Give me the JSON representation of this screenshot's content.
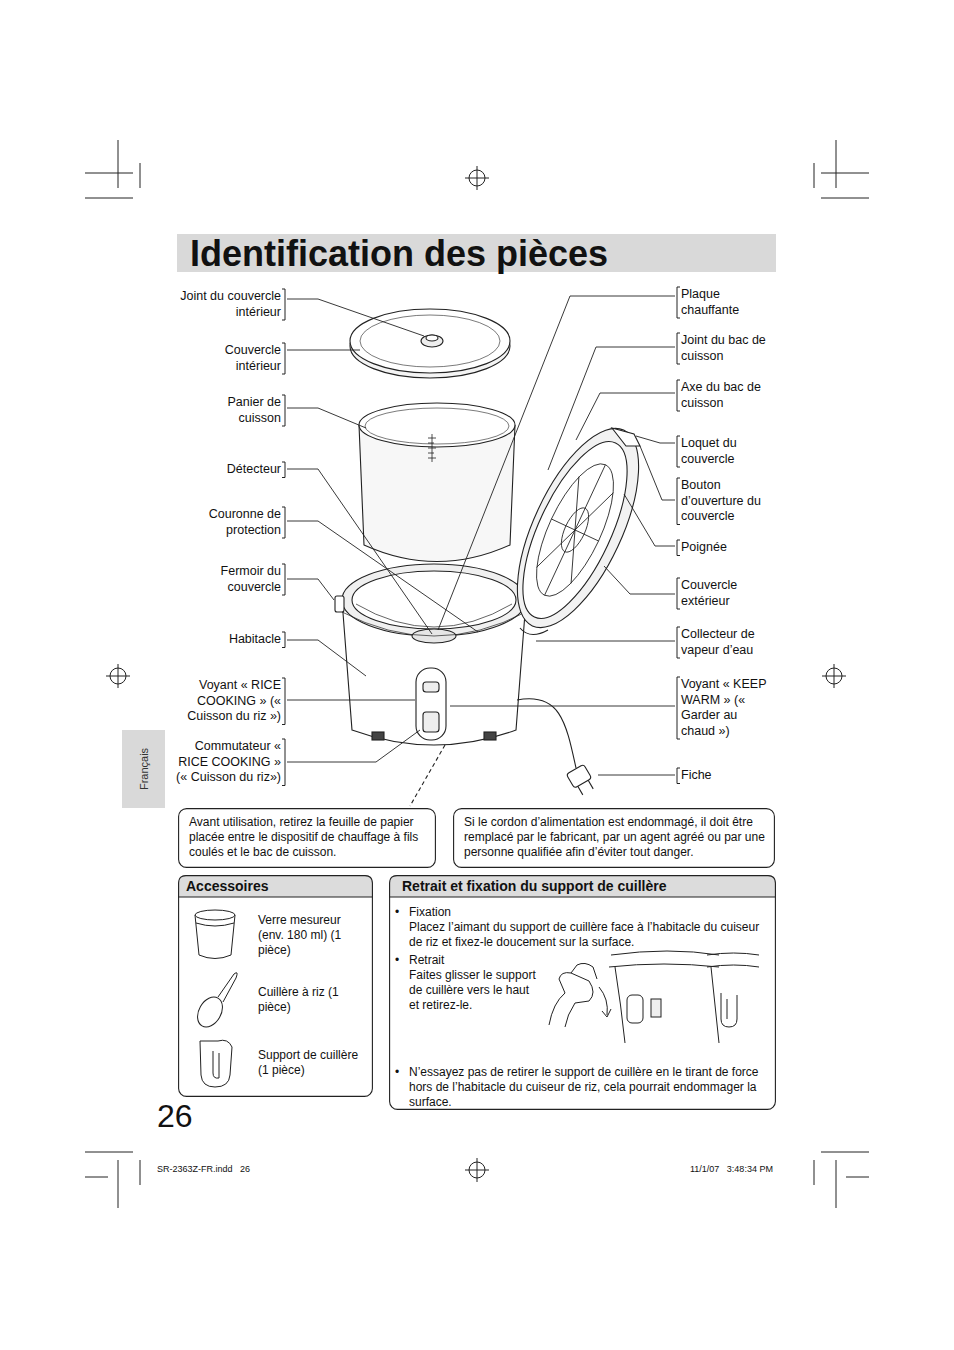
{
  "diagram": {
    "title": "Identification des pièces",
    "nodes": [
      {
        "text": [
          "Français"
        ]
      },
      {
        "text": [
          "Avant utilisation, retirez la feuille de papier placée entre le dispositif de chauffage à fils coulés et le bac de cuisson."
        ]
      },
      {
        "text": [
          "Si le cordon d’alimentation est endommagé, il doit être remplacé par le fabricant, par un agent agréé ou par une personne qualifiée afin d’éviter tout danger."
        ]
      },
      {
        "text": [
          "Accessoires",
          "Verre mesureur (env. 180 ml) (1 pièce)",
          "Cuillère à riz (1 pièce)",
          "Support de cuillère (1 pièce)"
        ]
      },
      {
        "text": [
          "Retrait et fixation du support de cuillère",
          "•",
          "Fixation",
          "Placez l’aimant du support de cuillère face à l’habitacle du cuiseur de riz et fixez-le doucement sur la surface.",
          "•",
          "Retrait",
          "Faites glisser le support de cuillère vers le haut et retirez-le.",
          "•",
          "N’essayez pas de retirer le support de cuillère en le tirant de force hors de l’habitacle du cuiseur de riz, cela pourrait endommager la surface."
        ]
      }
    ],
    "labels": [
      "Joint du couvercle intérieur",
      "Couvercle intérieur",
      "Panier de cuisson",
      "Détecteur",
      "Couronne de protection",
      "Fermoir du couvercle",
      "Habitacle",
      "Voyant « RICE COOKING » (« Cuisson du riz »)",
      "Commutateur « RICE COOKING » (« Cuisson du riz»)",
      "Plaque chauffante",
      "Joint du bac de cuisson",
      "Axe du bac de cuisson",
      "Loquet du couvercle",
      "Bouton d’ouverture du couvercle",
      "Poignée",
      "Couvercle extérieur",
      "Collecteur de vapeur d’eau",
      "Voyant « KEEP WARM » (« Garder au chaud »)",
      "Fiche",
      "26",
      "SR-2363Z-FR.indd   26",
      "11/1/07   3:48:34 PM"
    ]
  }
}
